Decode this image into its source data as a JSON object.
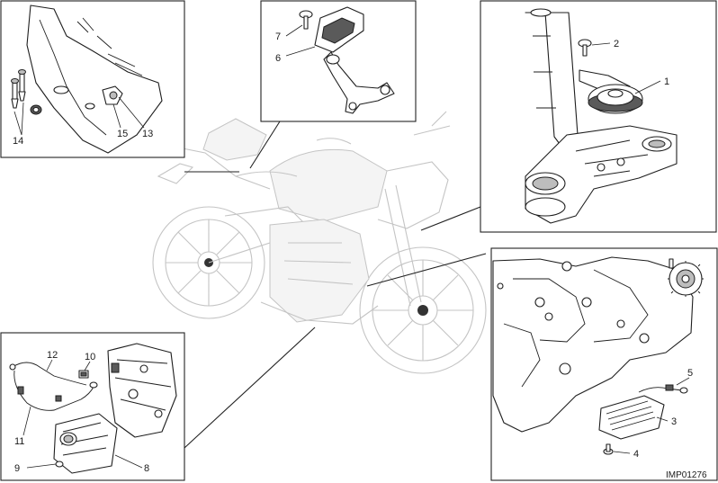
{
  "diagram": {
    "image_ref": "IMP01276",
    "callouts": [
      {
        "id": "c1",
        "label": "1"
      },
      {
        "id": "c2",
        "label": "2"
      },
      {
        "id": "c3",
        "label": "3"
      },
      {
        "id": "c4",
        "label": "4"
      },
      {
        "id": "c5",
        "label": "5"
      },
      {
        "id": "c6",
        "label": "6"
      },
      {
        "id": "c7",
        "label": "7"
      },
      {
        "id": "c8",
        "label": "8"
      },
      {
        "id": "c9",
        "label": "9"
      },
      {
        "id": "c10",
        "label": "10"
      },
      {
        "id": "c11",
        "label": "11"
      },
      {
        "id": "c12",
        "label": "12"
      },
      {
        "id": "c13",
        "label": "13"
      },
      {
        "id": "c14",
        "label": "14"
      },
      {
        "id": "c15",
        "label": "15"
      }
    ]
  },
  "colors": {
    "line": "#1e1e1e",
    "ghost": "#c4c4c4",
    "background": "#ffffff"
  }
}
